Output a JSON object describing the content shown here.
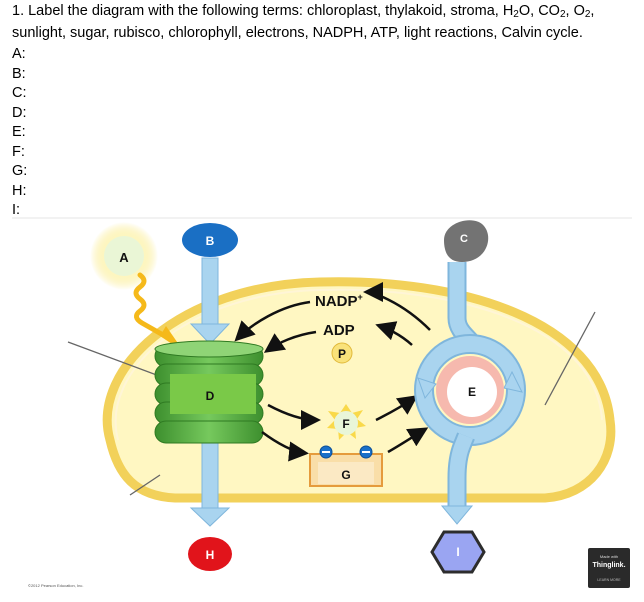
{
  "question": {
    "pre": "1. Label the diagram with the following terms: chloroplast, thylakoid, stroma, H",
    "sub1": "2",
    "mid1": "O, CO",
    "sub2": "2",
    "mid2": ", O",
    "sub3": "2",
    "post": ", sunlight, sugar, rubisco, chlorophyll, electrons, NADPH, ATP, light reactions, Calvin cycle."
  },
  "answer_labels": [
    "A:",
    "B:",
    "C:",
    "D:",
    "E:",
    "F:",
    "G:",
    "H:",
    "I:"
  ],
  "diagram": {
    "A": "A",
    "B": "B",
    "C": "C",
    "D": "D",
    "E": "E",
    "F": "F",
    "G": "G",
    "H": "H",
    "I": "I",
    "nadp": "NADP",
    "nadp_sup": "+",
    "adp": "ADP",
    "p": "P"
  },
  "copyright": "©2012 Pearson Education, Inc.",
  "badge": {
    "line1": "Made with",
    "line2": "Thinglink.",
    "line3": "LEARN MORE"
  },
  "colors": {
    "sun": "#f7e66a",
    "b_blob": "#1a6fc4",
    "c_blob": "#737373",
    "stroma": "#fff7c2",
    "membrane": "#f2d15a",
    "thylakoid": "#5ab546",
    "calvin": "#a9d4ef",
    "rubisco": "#f6b9ae",
    "sugar_hex": "#9aa5f2",
    "h_blob": "#e1141b"
  }
}
